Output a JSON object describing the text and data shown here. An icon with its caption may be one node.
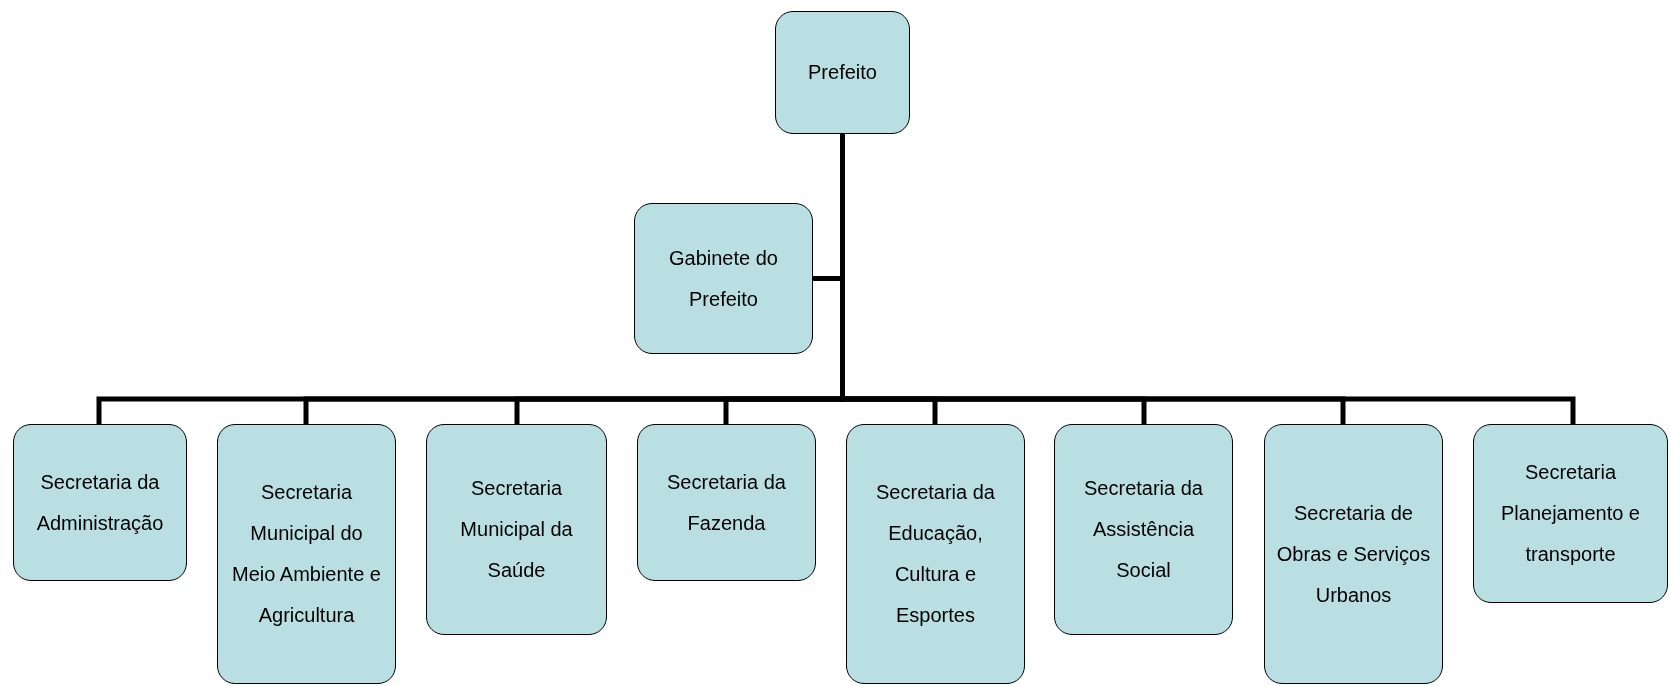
{
  "diagram": {
    "nodes": [
      {
        "text": [
          "Prefeito"
        ]
      },
      {
        "text": [
          "Gabinete do Prefeito"
        ]
      },
      {
        "text": [
          "Secretaria da Administração"
        ]
      },
      {
        "text": [
          "Secretaria Municipal do Meio Ambiente e Agricultura"
        ]
      },
      {
        "text": [
          "Secretaria Municipal da Saúde"
        ]
      },
      {
        "text": [
          "Secretaria da Fazenda"
        ]
      },
      {
        "text": [
          "Secretaria da Educação, Cultura e Esportes"
        ]
      },
      {
        "text": [
          "Secretaria da Assistência Social"
        ]
      },
      {
        "text": [
          "Secretaria de Obras e Serviços Urbanos"
        ]
      },
      {
        "text": [
          "Secretaria Planejamento e transporte"
        ]
      }
    ],
    "edges": [
      {
        "from": 0,
        "to": 1,
        "arrow": "none"
      },
      {
        "from": 0,
        "to": 2,
        "arrow": "none"
      },
      {
        "from": 0,
        "to": 3,
        "arrow": "none"
      },
      {
        "from": 0,
        "to": 4,
        "arrow": "none"
      },
      {
        "from": 0,
        "to": 5,
        "arrow": "none"
      },
      {
        "from": 0,
        "to": 6,
        "arrow": "none"
      },
      {
        "from": 0,
        "to": 7,
        "arrow": "none"
      },
      {
        "from": 0,
        "to": 8,
        "arrow": "none"
      },
      {
        "from": 0,
        "to": 9,
        "arrow": "none"
      }
    ]
  }
}
